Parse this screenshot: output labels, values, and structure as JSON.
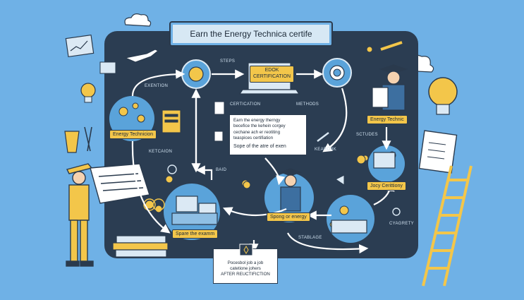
{
  "title": "Earn the  Energy Technica certife",
  "labels": {
    "steps": "STEPS",
    "exention": "EXENTION",
    "certication": "CERTICATION",
    "methods": "METHODS",
    "ketcaron": "KETCAION",
    "kearobk": "KEAROBK",
    "sctudes": "SCTUDES",
    "stablabe": "STABLAGE",
    "cyagrety": "CYAGRETY",
    "baid": "BAID"
  },
  "tags": {
    "edok_certification": [
      "EDOK",
      "CERTIFICATION"
    ],
    "energy_technicion": "Energy Technicion",
    "energy_technic": "Energy Technic",
    "spore_exam": "Spare the examm",
    "spong_energy": "Spong or energy",
    "jocy_cerittiony": "Jocy Cerittiony"
  },
  "center_card": {
    "lines": [
      "Earn the energy therngy",
      "becefice the kehein corgey",
      "cechane ach er reotiting",
      "teaspices certifiation"
    ],
    "last": "Sope of the atre of exen"
  },
  "bottom_card": {
    "lines": [
      "Pocesbol job a job",
      "catetione johers",
      "AFTER REUCTIFICTION"
    ]
  },
  "colors": {
    "background": "#6fb1e6",
    "panel": "#2b3d52",
    "accent": "#f3c64a",
    "outline": "#1d2a38"
  }
}
